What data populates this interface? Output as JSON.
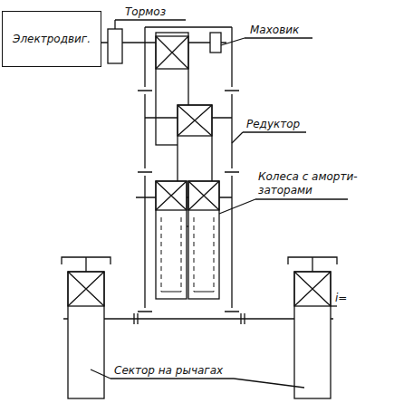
{
  "diagram": {
    "nodes": [
      {
        "text": [
          "Электродвиг."
        ]
      }
    ],
    "labels": [
      "Тормоз",
      "Маховик",
      "Редуктор",
      "Колеса с аморти- заторами",
      "i=",
      "Сектор на рычагах"
    ]
  }
}
